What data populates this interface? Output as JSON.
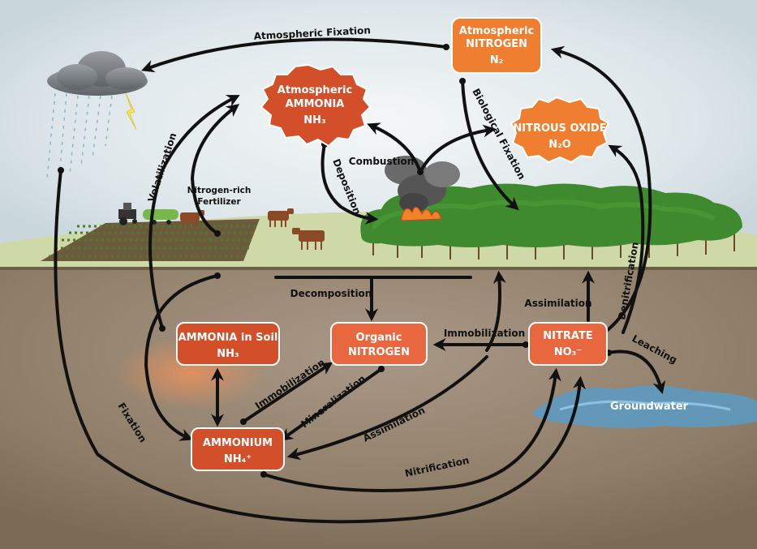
{
  "nodes": {
    "atm_nitrogen": {
      "line1": "Atmospheric",
      "line2": "NITROGEN",
      "formula": "N₂"
    },
    "atm_ammonia": {
      "line1": "Atmospheric",
      "line2": "AMMONIA",
      "formula": "NH₃"
    },
    "nitrous_oxide": {
      "line1": "NITROUS OXIDE",
      "formula": "N₂O"
    },
    "ammonia_soil": {
      "line1": "AMMONIA in Soil",
      "formula": "NH₃"
    },
    "organic_nitrogen": {
      "line1": "Organic",
      "line2": "NITROGEN"
    },
    "nitrate": {
      "line1": "NITRATE",
      "formula": "NO₃⁻"
    },
    "ammonium": {
      "line1": "AMMONIUM",
      "formula": "NH₄⁺"
    }
  },
  "labels": {
    "atmospheric_fixation": "Atmospheric Fixation",
    "volatilization": "Volatilization",
    "fertilizer_line1": "Nitrogen-rich",
    "fertilizer_line2": "Fertilizer",
    "deposition": "Deposition",
    "combustion": "Combustion",
    "biological_fixation": "Biological Fixation",
    "decomposition": "Decomposition",
    "immobilization_right": "Immobilization",
    "assimilation_top": "Assimilation",
    "denitrification": "Denitrification",
    "leaching": "Leaching",
    "groundwater": "Groundwater",
    "immobilization_left": "Immobilization",
    "mineralization": "Mineralization",
    "assimilation_bottom": "Assimilation",
    "nitrification": "Nitrification",
    "fixation": "Fixation"
  },
  "colors": {
    "box_dark": "#d24f2a",
    "box_light": "#e9673f",
    "box_orange": "#f07e30",
    "soil": "#968672",
    "sky": "#dfe7ea",
    "forest": "#3f8a2f",
    "arrow": "#111111"
  }
}
